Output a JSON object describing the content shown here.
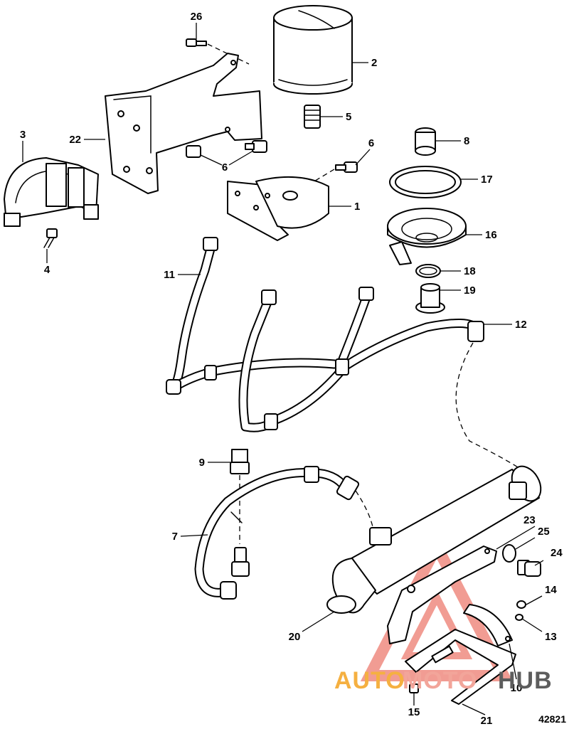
{
  "callouts": {
    "c1": "1",
    "c2": "2",
    "c3": "3",
    "c4": "4",
    "c5": "5",
    "c6a": "6",
    "c6b": "6",
    "c7": "7",
    "c8": "8",
    "c9": "9",
    "c10": "10",
    "c11": "11",
    "c12": "12",
    "c13": "13",
    "c14": "14",
    "c15": "15",
    "c16": "16",
    "c17": "17",
    "c18": "18",
    "c19": "19",
    "c20": "20",
    "c21": "21",
    "c22": "22",
    "c23": "23",
    "c24": "24",
    "c25": "25",
    "c26": "26"
  },
  "reference_number": "42821",
  "watermark": {
    "text_a": "AUTO",
    "text_b": "MOTO",
    "text_c": "HUB",
    "color_a": "#f5b041",
    "color_b": "#f2a59a",
    "color_c": "#5d5d5d",
    "triangle_color": "#e74c3c"
  }
}
